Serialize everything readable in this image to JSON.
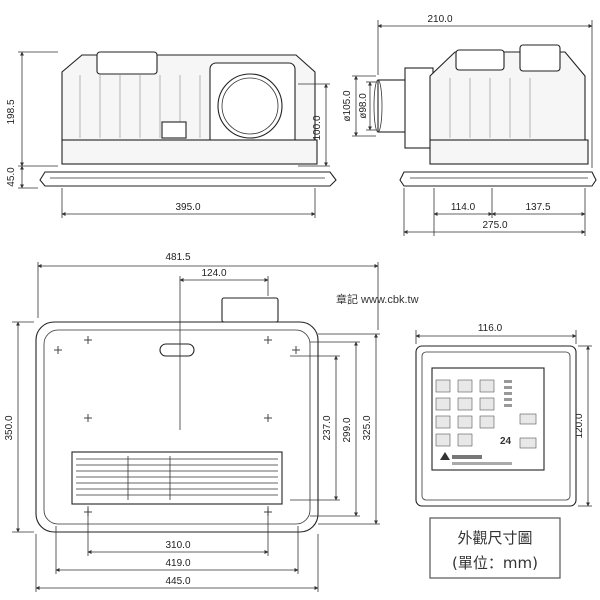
{
  "dimensions": {
    "front_height_body": "198.5",
    "front_height_panel": "45.0",
    "front_duct_height": "100.0",
    "front_width": "395.0",
    "side_depth_top": "210.0",
    "side_duct_outer": "ø105.0",
    "side_duct_inner": "ø98.0",
    "side_left": "114.0",
    "side_right": "137.5",
    "side_total": "275.0",
    "plan_overall_width": "481.5",
    "plan_duct_offset": "124.0",
    "plan_height_total": "350.0",
    "plan_height_325": "325.0",
    "plan_height_299": "299.0",
    "plan_height_237": "237.0",
    "plan_width_310": "310.0",
    "plan_width_419": "419.0",
    "plan_width_445": "445.0",
    "control_width": "116.0",
    "control_height": "120.0"
  },
  "watermark": "章記 www.cbk.tw",
  "title_box": {
    "line1": "外觀尺寸圖",
    "line2": "(單位：mm)"
  },
  "control_panel": {
    "display_value": "24"
  }
}
